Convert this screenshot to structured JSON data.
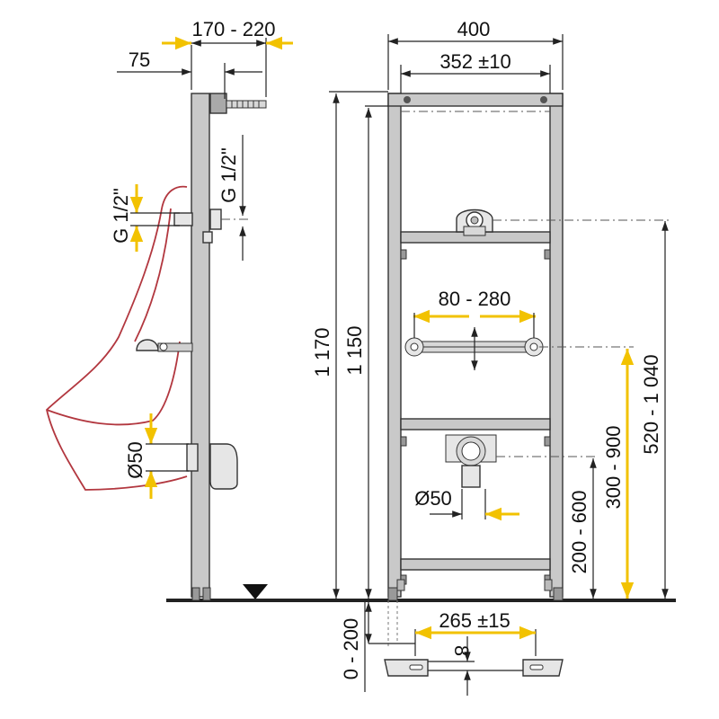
{
  "labels": {
    "depth_range": "170 - 220",
    "offset_75": "75",
    "thread_top": "G 1/2\"",
    "thread_side": "G 1/2\"",
    "outlet_side": "Ø50",
    "width_400": "400",
    "width_352": "352 ±10",
    "height_1170": "1 170",
    "height_1150": "1 150",
    "span_80_280": "80 - 280",
    "height_520_1040": "520 - 1 040",
    "height_300_900": "300 - 900",
    "height_200_600": "200 - 600",
    "outlet_front": "Ø50",
    "foot_range": "0 - 200",
    "foot_spacing": "265 ±15",
    "foot_8": "8"
  },
  "colors": {
    "frame": "#c9c9c9",
    "urinal_outline": "#b2373f",
    "highlight_dimension": "#f2c200",
    "dimension_line": "#222222"
  }
}
